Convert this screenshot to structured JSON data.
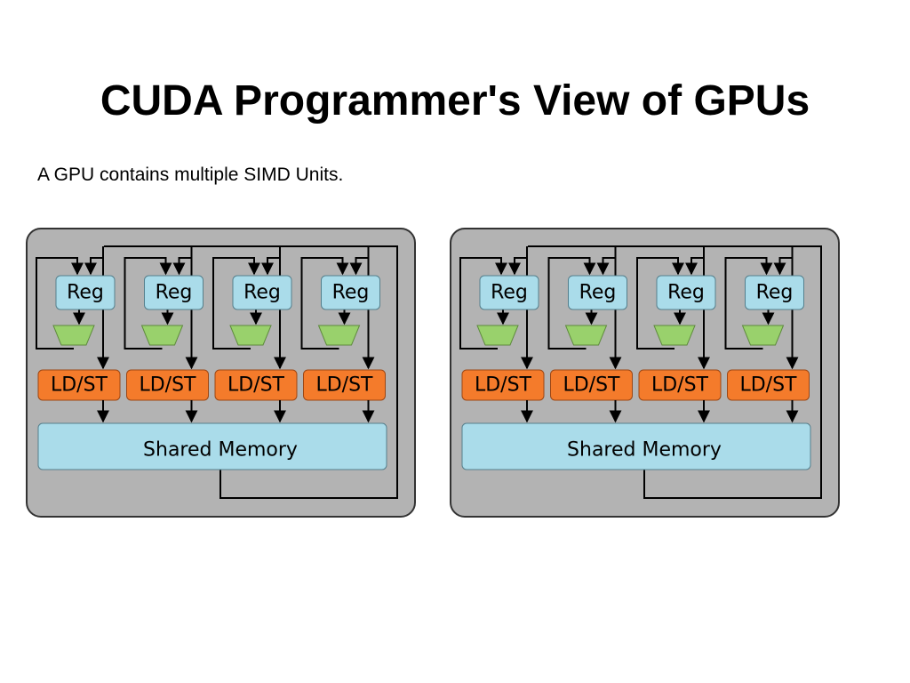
{
  "slide": {
    "title": "CUDA Programmer's View of GPUs",
    "subtitle": "A GPU contains multiple SIMD Units."
  },
  "diagram": {
    "simd_units": [
      {
        "lanes": [
          {
            "register_label": "Reg",
            "load_store_label": "LD/ST"
          },
          {
            "register_label": "Reg",
            "load_store_label": "LD/ST"
          },
          {
            "register_label": "Reg",
            "load_store_label": "LD/ST"
          },
          {
            "register_label": "Reg",
            "load_store_label": "LD/ST"
          }
        ],
        "shared_memory_label": "Shared Memory"
      },
      {
        "lanes": [
          {
            "register_label": "Reg",
            "load_store_label": "LD/ST"
          },
          {
            "register_label": "Reg",
            "load_store_label": "LD/ST"
          },
          {
            "register_label": "Reg",
            "load_store_label": "LD/ST"
          },
          {
            "register_label": "Reg",
            "load_store_label": "LD/ST"
          }
        ],
        "shared_memory_label": "Shared Memory"
      }
    ],
    "colors": {
      "unit_background": "#b3b3b3",
      "register": "#aadcea",
      "alu": "#99d16c",
      "load_store": "#f47b2b",
      "shared_memory": "#aadcea",
      "wire": "#000000"
    }
  }
}
